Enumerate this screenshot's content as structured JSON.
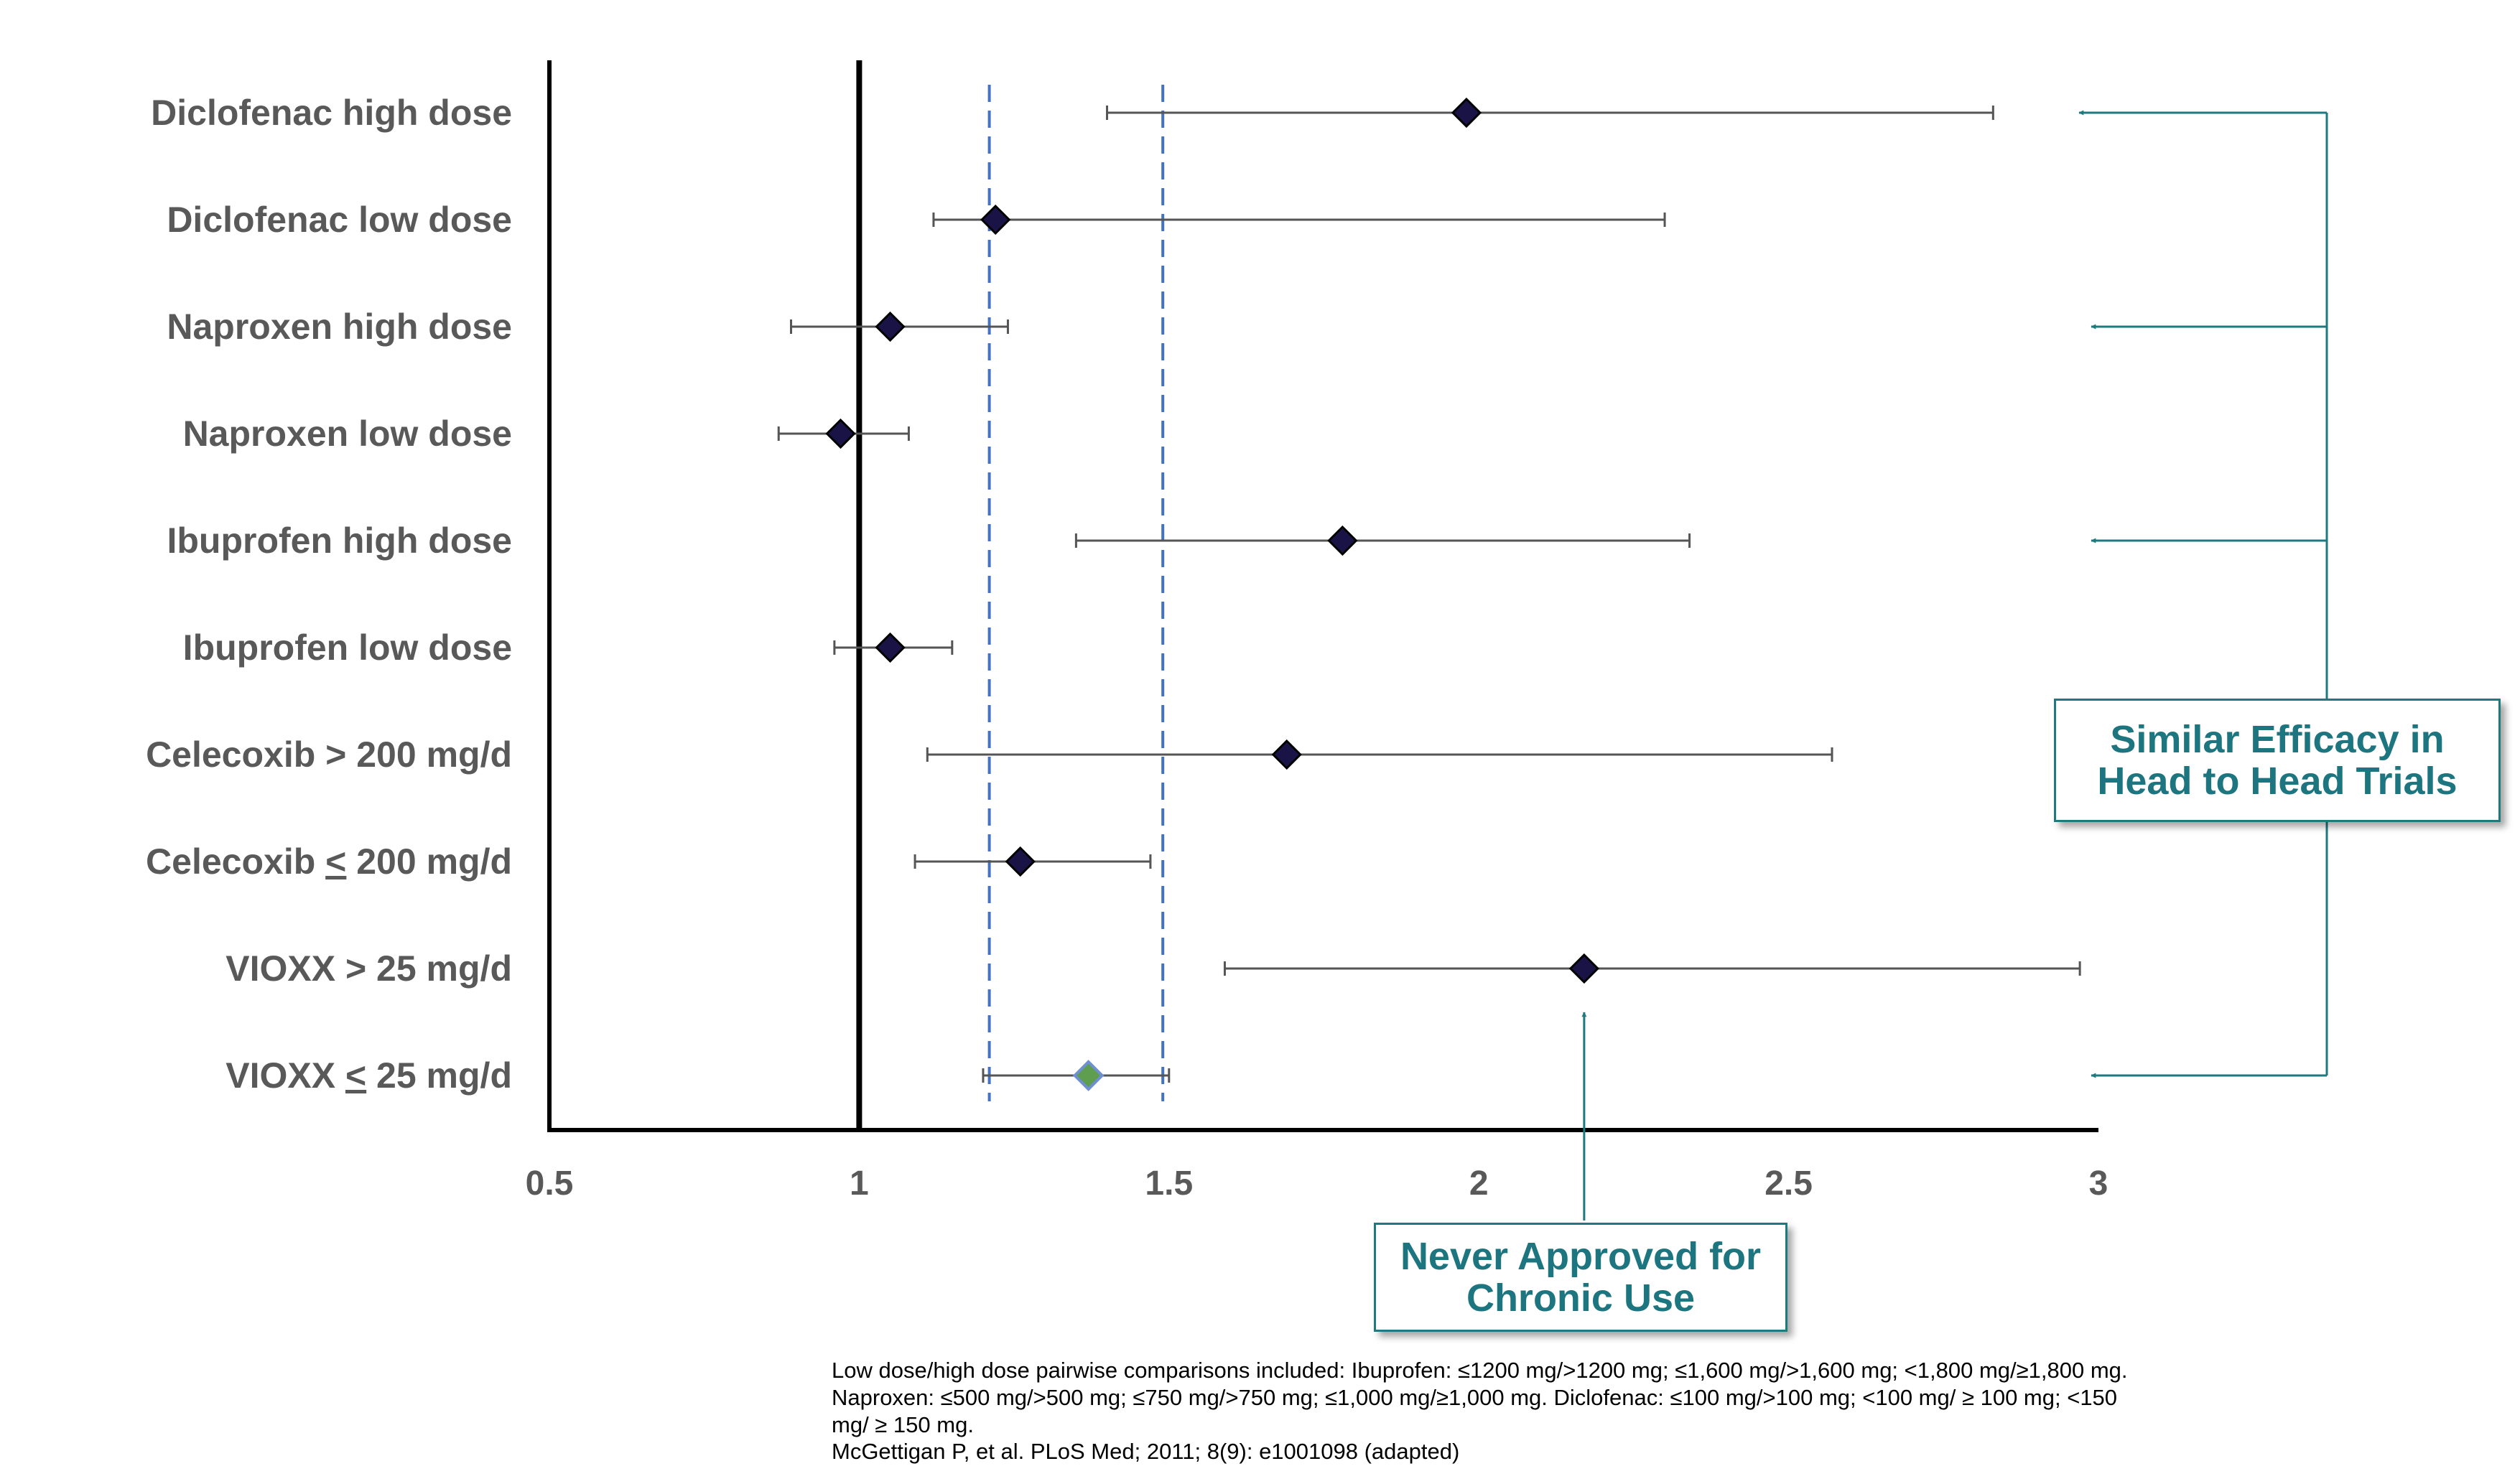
{
  "chart_data": {
    "type": "forest",
    "categories": [
      "Diclofenac high dose",
      "Diclofenac low dose",
      "Naproxen high dose",
      "Naproxen low dose",
      "Ibuprofen high dose",
      "Ibuprofen  low dose",
      "Celecoxib > 200 mg/d",
      "Celecoxib < 200 mg/d",
      "VIOXX > 25 mg/d",
      "VIOXX < 25 mg/d"
    ],
    "label_parts": [
      [
        "Diclofenac high dose"
      ],
      [
        "Diclofenac low dose"
      ],
      [
        "Naproxen high dose"
      ],
      [
        "Naproxen low dose"
      ],
      [
        "Ibuprofen high dose"
      ],
      [
        "Ibuprofen  low dose"
      ],
      [
        "Celecoxib > 200 mg/d"
      ],
      [
        "Celecoxib ",
        "<",
        " 200 mg/d"
      ],
      [
        "VIOXX > 25 mg/d"
      ],
      [
        "VIOXX ",
        "<",
        " 25 mg/d"
      ]
    ],
    "estimates": [
      1.98,
      1.22,
      1.05,
      0.97,
      1.78,
      1.05,
      1.69,
      1.26,
      2.17,
      1.37
    ],
    "ci_low": [
      1.4,
      1.12,
      0.89,
      0.87,
      1.35,
      0.96,
      1.11,
      1.09,
      1.59,
      1.2
    ],
    "ci_high": [
      2.83,
      2.3,
      1.24,
      1.08,
      2.34,
      1.15,
      2.57,
      1.47,
      2.97,
      1.5
    ],
    "xticks": [
      0.5,
      1,
      1.5,
      2,
      2.5,
      3
    ],
    "xtick_labels": [
      "0.5",
      "1",
      "1.5",
      "2",
      "2.5",
      "3"
    ],
    "xlim": [
      0.5,
      3
    ],
    "reference_line": 1,
    "dashed_lines": [
      1.21,
      1.49
    ],
    "title": "",
    "xlabel": "",
    "ylabel": "",
    "grid": false,
    "colors": {
      "marker": "#1a1446",
      "marker_highlight": "#5f9d4f",
      "marker_highlight_border": "#6e8fd0",
      "ci": "#555555",
      "dashed": "#4472c4",
      "callout": "#1d7580"
    }
  },
  "callouts": {
    "efficacy": "Similar Efficacy in\n Head to Head Trials",
    "never": "Never Approved for\nChronic Use"
  },
  "footnote": {
    "line1": "Low dose/high dose pairwise comparisons included: Ibuprofen: ≤1200 mg/>1200 mg; ≤1,600 mg/>1,600 mg; <1,800 mg/≥1,800 mg.",
    "line2": "Naproxen: ≤500 mg/>500 mg; ≤750 mg/>750 mg; ≤1,000 mg/≥1,000 mg. Diclofenac: ≤100 mg/>100 mg;  <100 mg/ ≥ 100 mg; <150",
    "line3": "mg/ ≥ 150 mg.",
    "line4": "McGettigan P, et al. PLoS Med; 2011; 8(9): e1001098 (adapted)"
  }
}
